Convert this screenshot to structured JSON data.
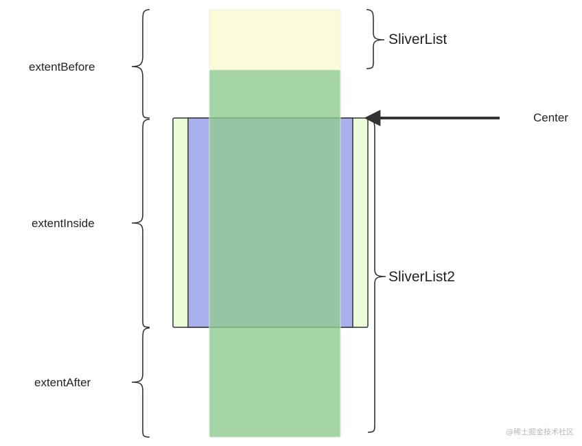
{
  "labels": {
    "extent_before": "extentBefore",
    "extent_inside": "extentInside",
    "extent_after": "extentAfter",
    "sliver_list": "SliverList",
    "sliver_list2": "SliverList2",
    "center": "Center"
  },
  "watermark": "@稀土掘金技术社区",
  "colors": {
    "sliver_list_fill": "#fcfbd9",
    "viewport_fill": "#8fc98f",
    "outer_band_fill": "#eafdd8",
    "inner_band_fill": "#aab0ee",
    "stroke": "#333333",
    "text": "#222222"
  }
}
